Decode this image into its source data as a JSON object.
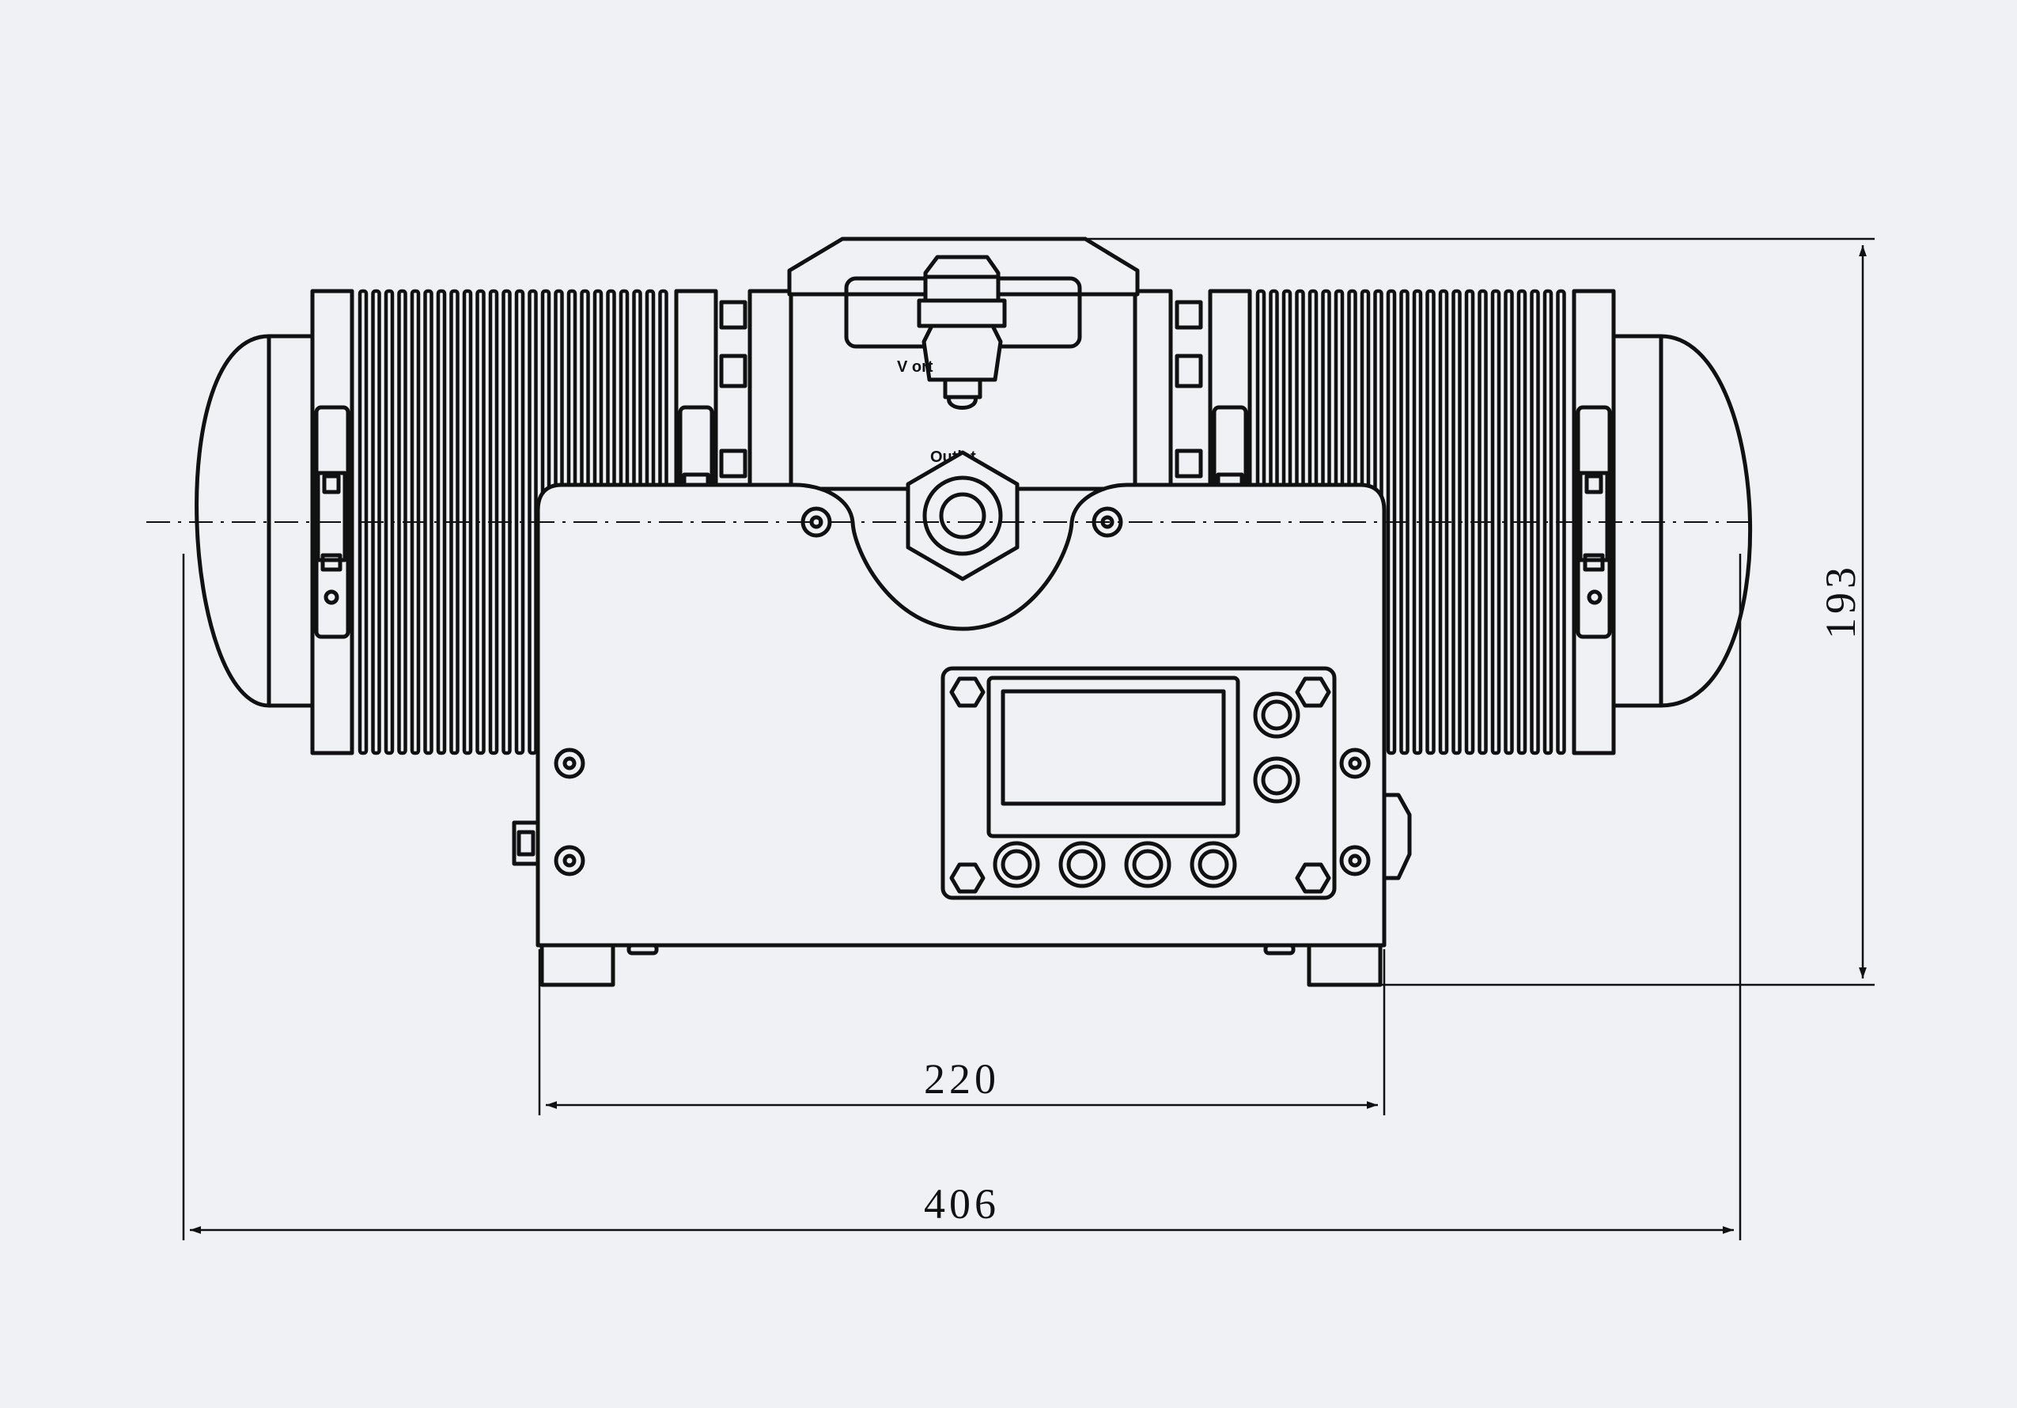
{
  "dimensions": {
    "height": "193",
    "body_width": "220",
    "overall_width": "406"
  },
  "labels": {
    "outlet": "Outlet",
    "valve_port": "V         ort"
  },
  "colors": {
    "background": "#eff1f4",
    "line": "#111111"
  }
}
